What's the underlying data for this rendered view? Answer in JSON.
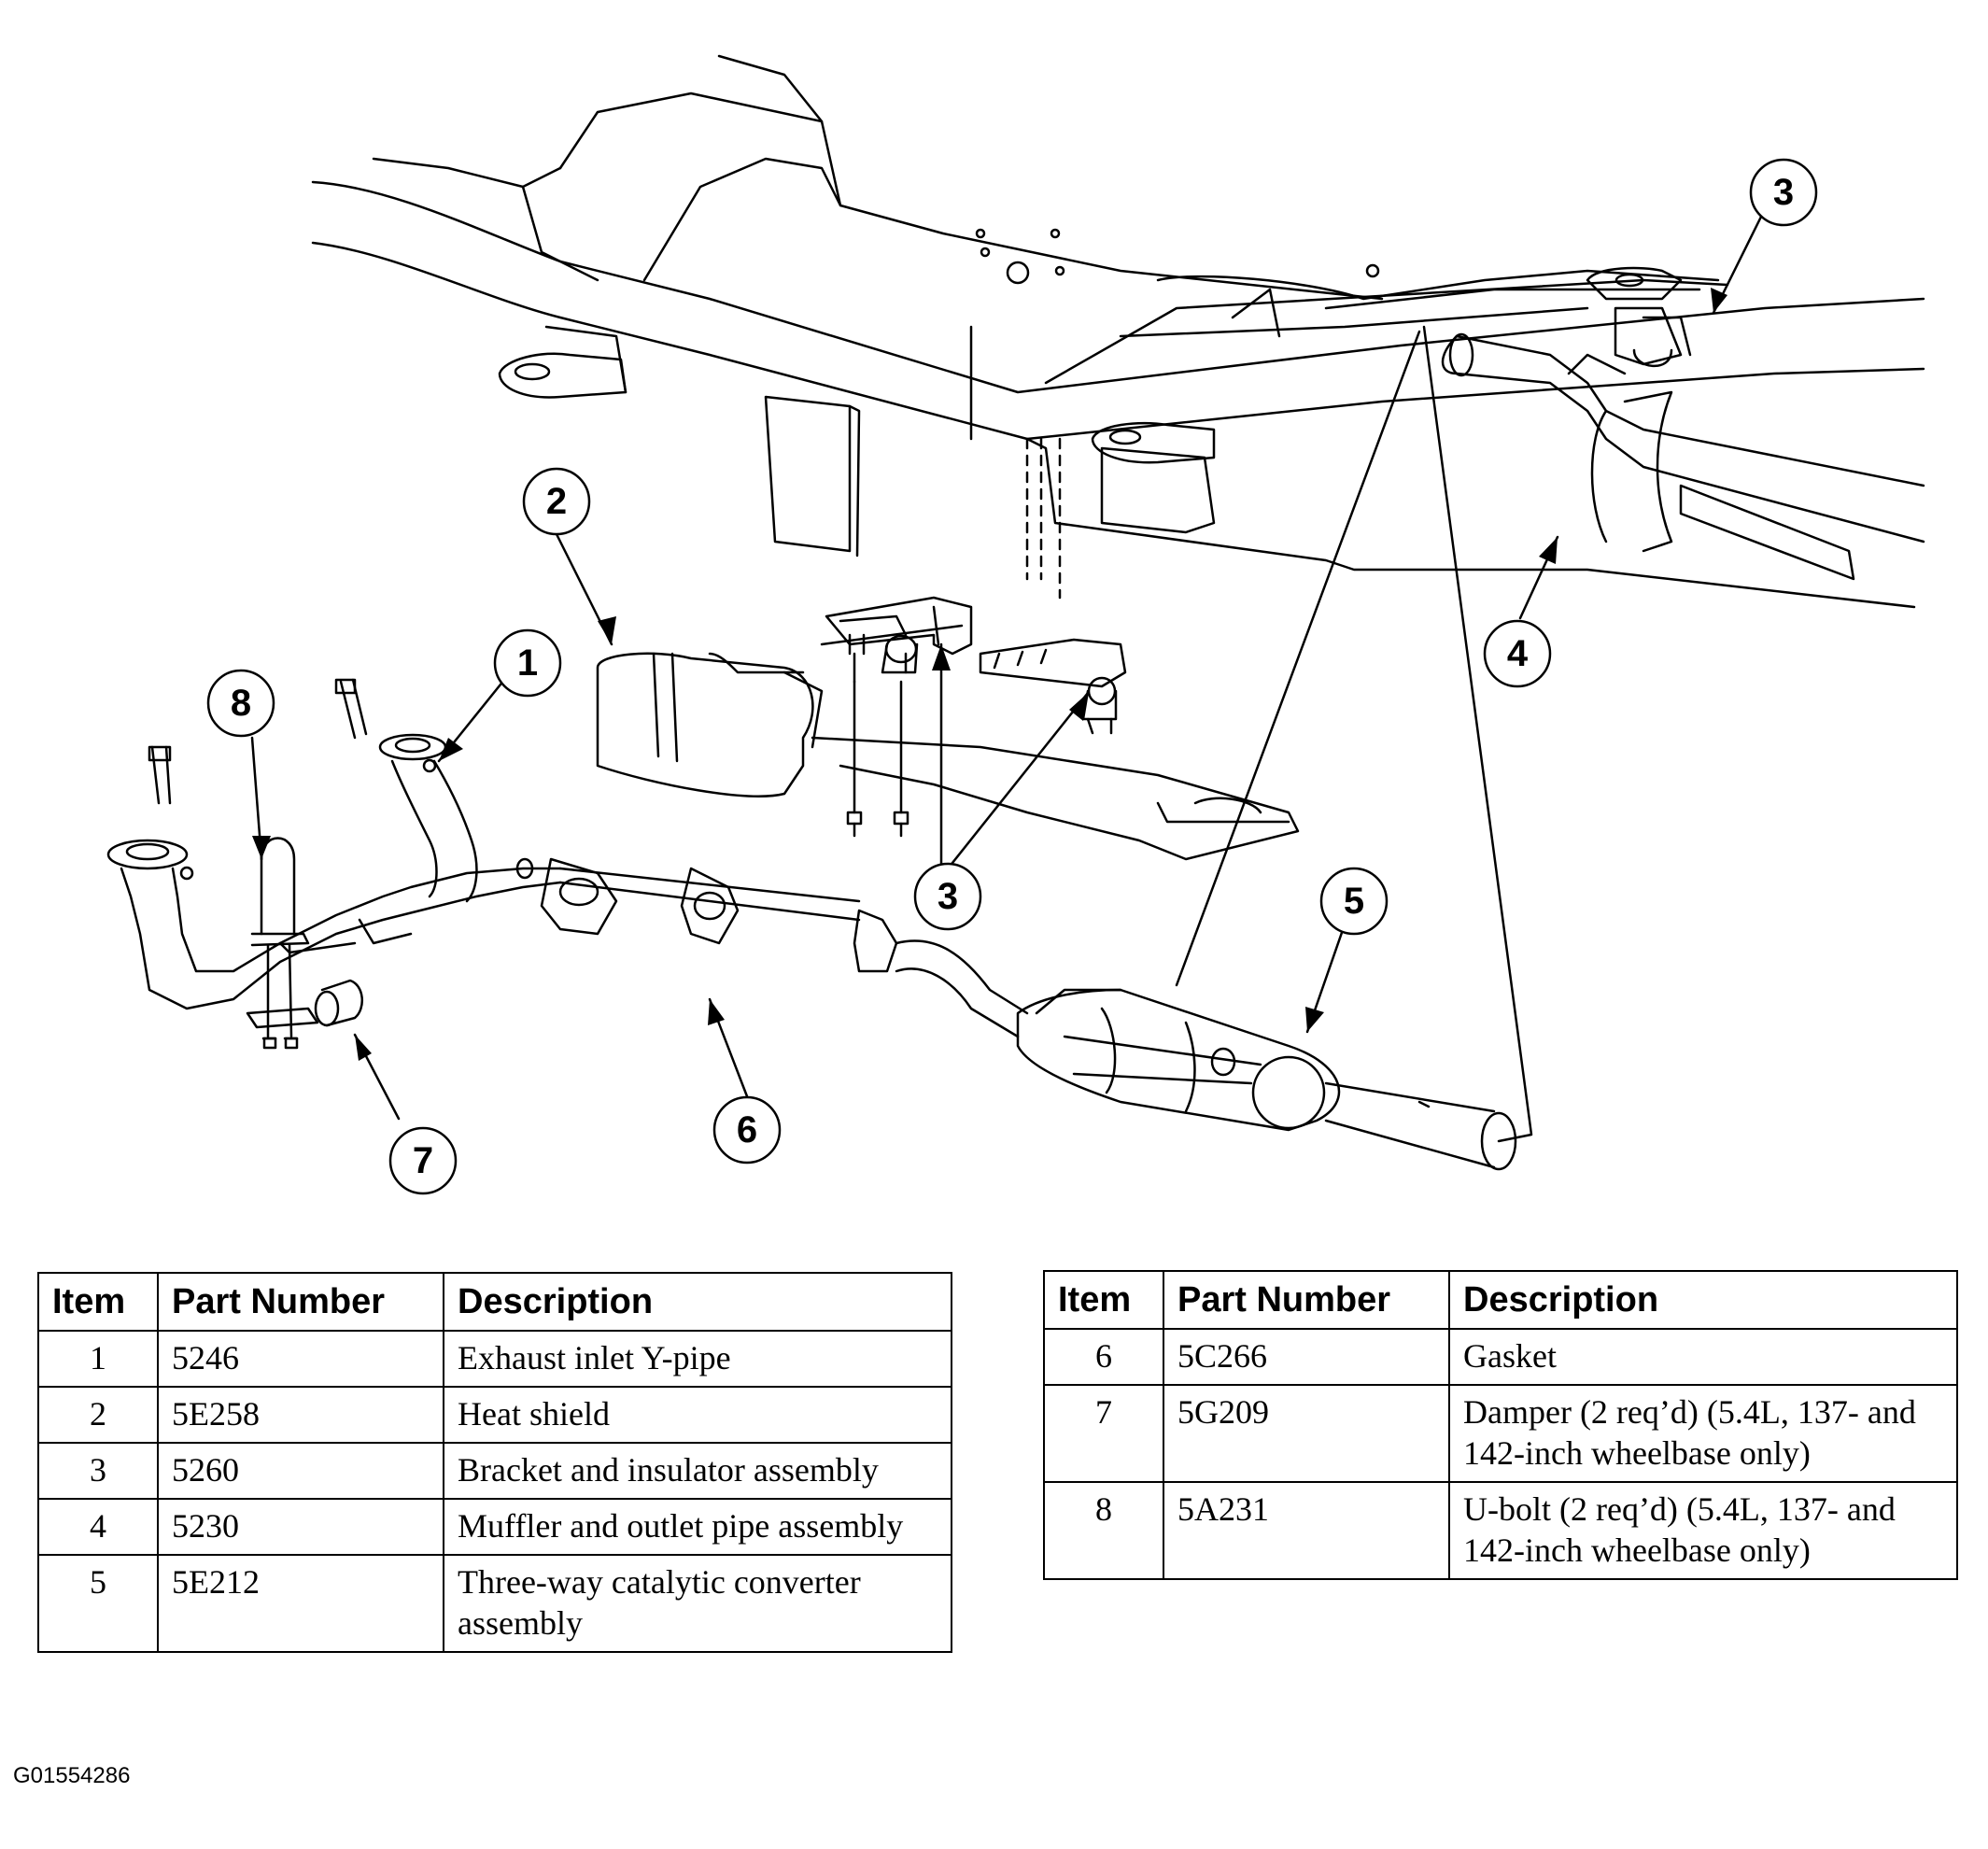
{
  "callouts": [
    "1",
    "2",
    "3",
    "3",
    "3",
    "4",
    "5",
    "6",
    "7",
    "8"
  ],
  "tables": [
    {
      "headers": [
        "Item",
        "Part Number",
        "Description"
      ],
      "rows": [
        {
          "item": "1",
          "part": "5246",
          "desc": "Exhaust inlet Y-pipe"
        },
        {
          "item": "2",
          "part": "5E258",
          "desc": "Heat shield"
        },
        {
          "item": "3",
          "part": "5260",
          "desc": "Bracket and insulator assembly"
        },
        {
          "item": "4",
          "part": "5230",
          "desc": "Muffler and outlet pipe assembly"
        },
        {
          "item": "5",
          "part": "5E212",
          "desc": "Three-way catalytic converter assembly"
        }
      ]
    },
    {
      "headers": [
        "Item",
        "Part Number",
        "Description"
      ],
      "rows": [
        {
          "item": "6",
          "part": "5C266",
          "desc": "Gasket"
        },
        {
          "item": "7",
          "part": "5G209",
          "desc": "Damper (2 req’d) (5.4L, 137- and 142-inch wheelbase only)"
        },
        {
          "item": "8",
          "part": "5A231",
          "desc": "U-bolt (2 req’d) (5.4L, 137- and 142-inch wheelbase only)"
        }
      ]
    }
  ],
  "figure_id": "G01554286"
}
